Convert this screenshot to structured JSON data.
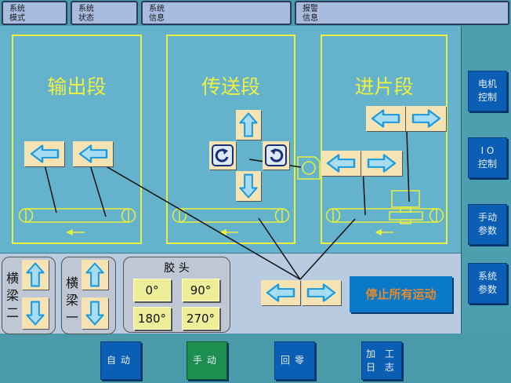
{
  "tabs": [
    "系统\n模式",
    "系统\n状态",
    "系统\n信息",
    "报警\n信息"
  ],
  "sections": {
    "output": "输出段",
    "transfer": "传送段",
    "feed": "进片段"
  },
  "side": [
    "电机\n控制",
    "I O\n控制",
    "手动\n参数",
    "系统\n参数"
  ],
  "beams": {
    "beam2": "横\n梁\n二",
    "beam1": "横\n梁\n一"
  },
  "glue": {
    "title": "胶 头",
    "angles": [
      "0°",
      "90°",
      "180°",
      "270°"
    ]
  },
  "stop_all": "停止所有运动",
  "bottom": {
    "auto": "自动",
    "manual": "手动",
    "home": "回零",
    "log": "加 工\n日 志",
    "active": "manual"
  },
  "colors": {
    "accent_yellow": "#f0f040",
    "button_blue": "#0a5fb4",
    "active_green": "#1c8f50",
    "stop_text": "#e88a2a"
  }
}
